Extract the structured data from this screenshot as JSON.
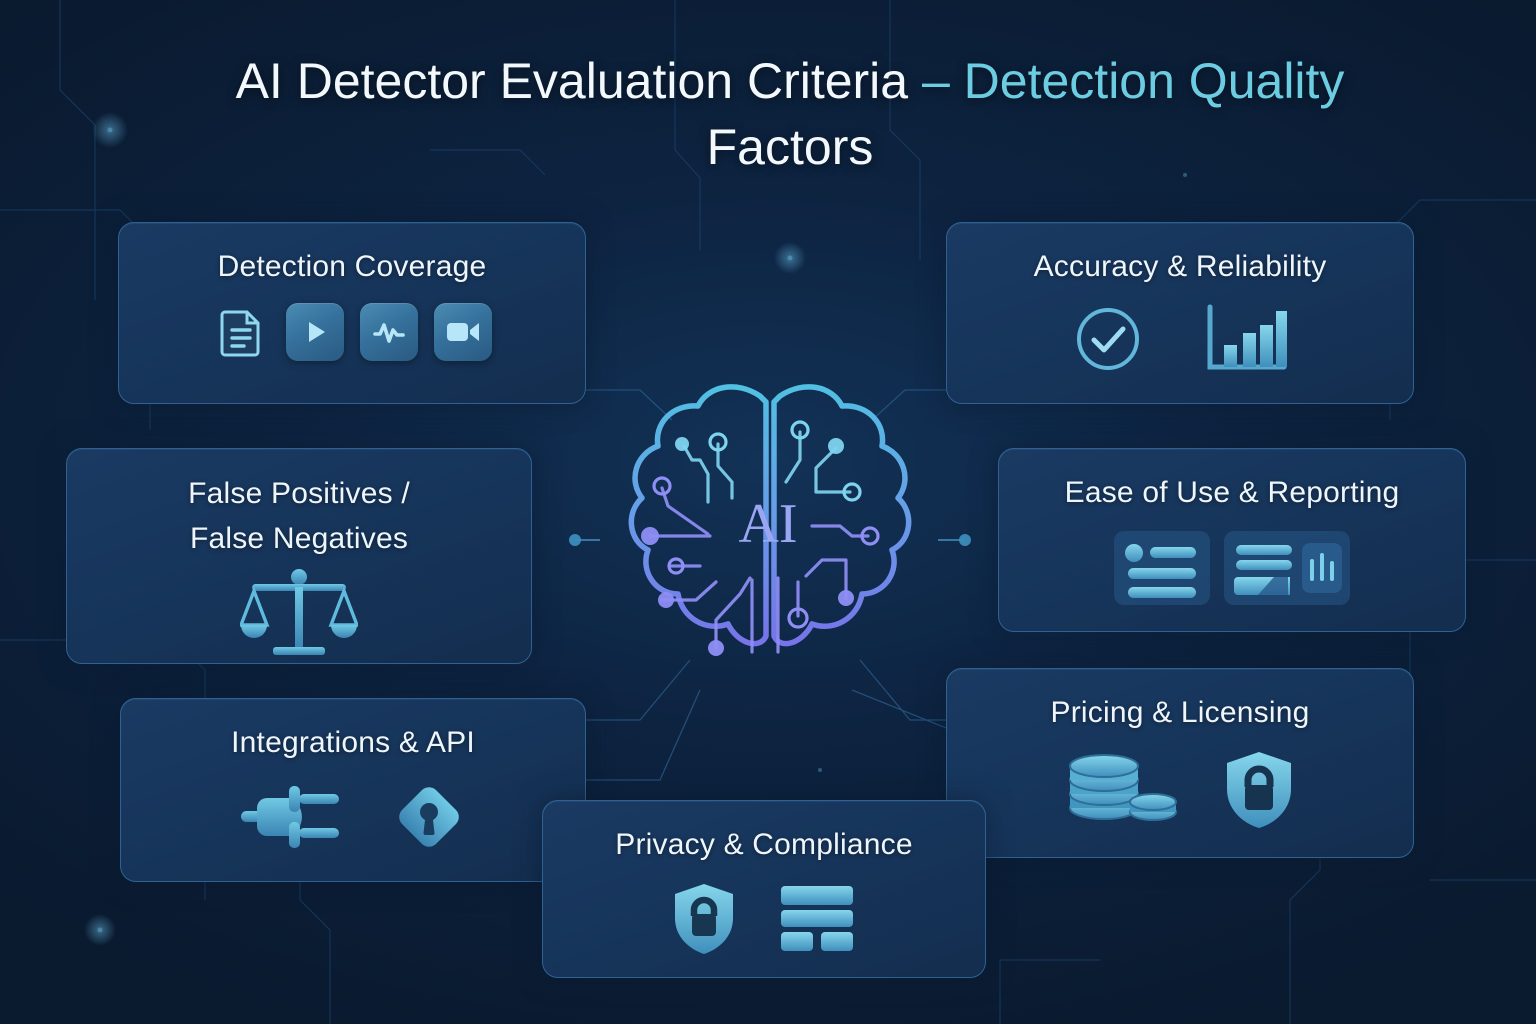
{
  "title": {
    "line1_plain": "AI Detector Evaluation Criteria ",
    "line1_accent": "– Detection Quality",
    "line2": "Factors"
  },
  "center": {
    "node_label": "AI",
    "node_name": "ai-brain"
  },
  "theme": {
    "background": "#0d2340",
    "card_fill": "#173459",
    "card_border": "#2f6293",
    "accent_cyan": "#6ccde2",
    "icon_light": "#a9e0f2",
    "brain_top": "#58c6e8",
    "brain_bottom": "#7b76ee",
    "connector": "#3d7fae"
  },
  "cards": [
    {
      "id": "coverage",
      "title": "Detection Coverage",
      "icons": [
        "document-icon",
        "play-icon",
        "waveform-icon",
        "video-camera-icon"
      ]
    },
    {
      "id": "accuracy",
      "title": "Accuracy & Reliability",
      "icons": [
        "check-circle-icon",
        "bar-chart-icon"
      ]
    },
    {
      "id": "falsepn",
      "title": "False Positives /\nFalse Negatives",
      "icons": [
        "balance-scale-icon"
      ]
    },
    {
      "id": "ease",
      "title": "Ease of Use & Reporting",
      "icons": [
        "list-panel-icon",
        "dashboard-panel-icon"
      ]
    },
    {
      "id": "integr",
      "title": "Integrations & API",
      "icons": [
        "power-plug-icon",
        "key-diamond-icon"
      ]
    },
    {
      "id": "pricing",
      "title": "Pricing & Licensing",
      "icons": [
        "coin-stack-icon",
        "shield-lock-icon"
      ]
    },
    {
      "id": "privacy",
      "title": "Privacy & Compliance",
      "icons": [
        "shield-lock-icon",
        "database-stack-icon"
      ]
    }
  ]
}
